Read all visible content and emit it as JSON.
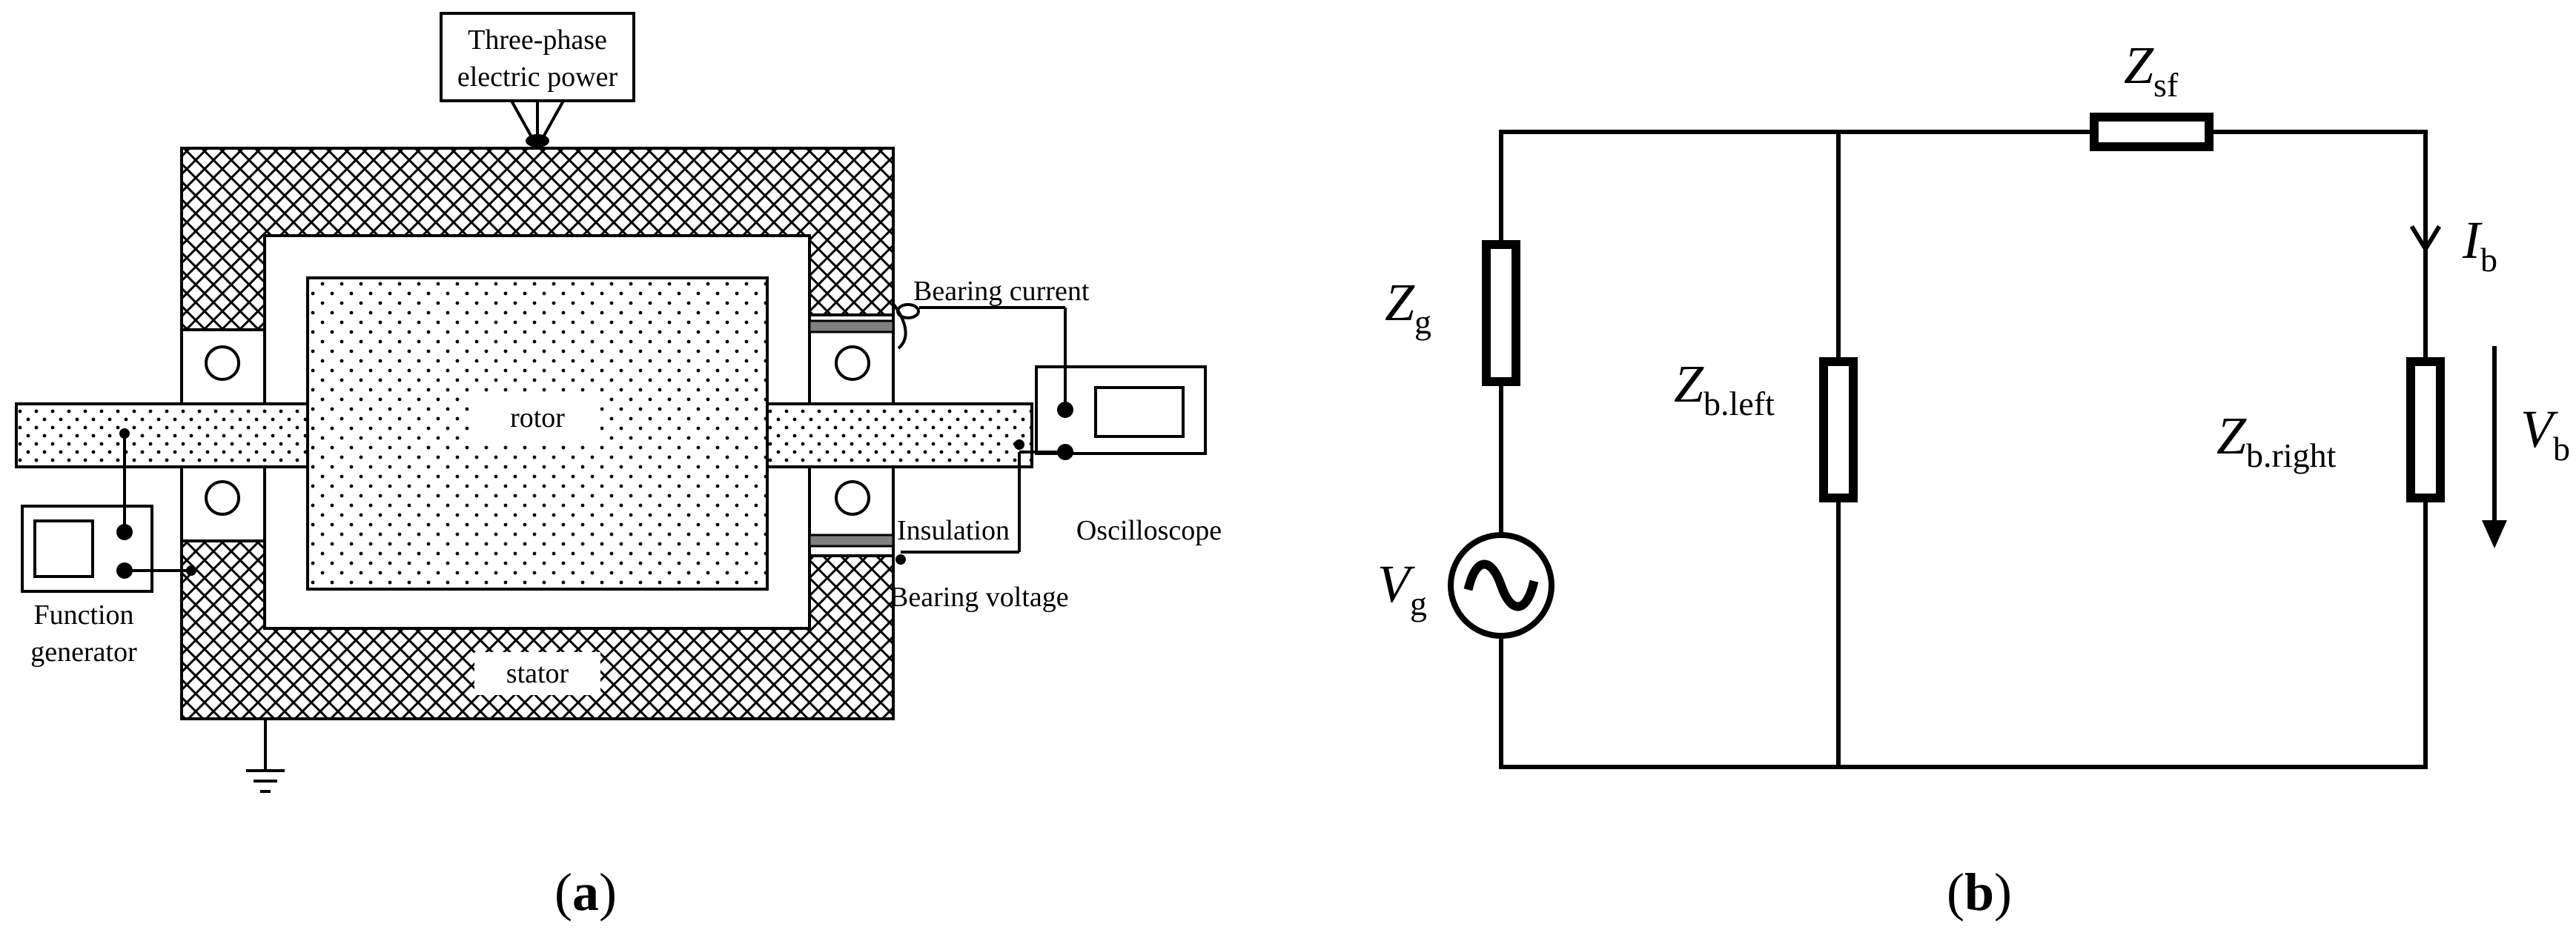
{
  "panel_a": {
    "caption_letter": "a",
    "power_label_line1": "Three-phase",
    "power_label_line2": "electric power",
    "rotor_label": "rotor",
    "stator_label": "stator",
    "bearing_current_label": "Bearing current",
    "insulation_label": "Insulation",
    "bearing_voltage_label": "Bearing voltage",
    "oscilloscope_label": "Oscilloscope",
    "function_generator_line1": "Function",
    "function_generator_line2": "generator"
  },
  "panel_b": {
    "caption_letter": "b",
    "z_g": {
      "main": "Z",
      "sub": "g"
    },
    "z_sf": {
      "main": "Z",
      "sub": "sf"
    },
    "z_b_left": {
      "main": "Z",
      "sub": "b.left"
    },
    "z_b_right": {
      "main": "Z",
      "sub": "b.right"
    },
    "v_g": {
      "main": "V",
      "sub": "g"
    },
    "v_b": {
      "main": "V",
      "sub": "b"
    },
    "i_b": {
      "main": "I",
      "sub": "b"
    }
  }
}
